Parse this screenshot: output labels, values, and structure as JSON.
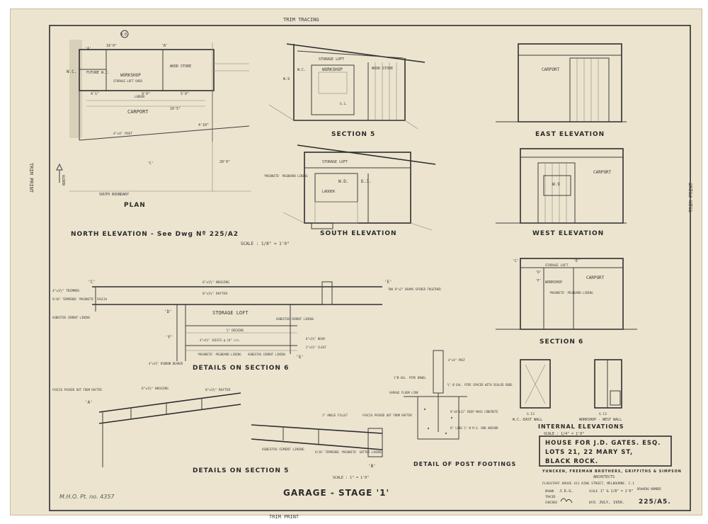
{
  "margin_notes": {
    "trim_tracing": "TRIM TRACING",
    "trim_print": "TRIM PRINT"
  },
  "plan": {
    "title": "PLAN",
    "labels": [
      "W.C.",
      "FUTURE W.C.",
      "WORKSHOP",
      "WOOD STORE",
      "CARPORT",
      "NORTH",
      "SOUTH BOUNDARY",
      "4\"x4\" POST",
      "STORAGE LOFT OVER",
      "LADDER"
    ],
    "grid_marks": [
      "'A'",
      "'B'",
      "'C'",
      "W.D."
    ],
    "dims": [
      "18'0\"",
      "9'0\"",
      "4'1\"",
      "5'0\"",
      "20'0\"",
      "4'10\"",
      "10'5\""
    ]
  },
  "north_elevation_note": "NORTH ELEVATION - See Dwg Nº 225/A2",
  "scale_main": "SCALE : 1/8\" = 1'0\"",
  "section5": {
    "title": "SECTION 5",
    "labels": [
      "STORAGE LOFT",
      "W.C.",
      "WORKSHOP",
      "WOOD STORE",
      "W.9",
      "G.1."
    ]
  },
  "east_elevation": {
    "title": "EAST ELEVATION",
    "labels": [
      "CARPORT"
    ]
  },
  "south_elevation": {
    "title": "SOUTH ELEVATION",
    "labels": [
      "STORAGE LOFT",
      "W.D.",
      "D.3.",
      "LADDER",
      "'MASONITE' PEGBOARD LINING"
    ]
  },
  "west_elevation": {
    "title": "WEST ELEVATION",
    "labels": [
      "CARPORT",
      "W.9"
    ]
  },
  "details_section6": {
    "title": "DETAILS ON SECTION 6",
    "labels": [
      "4\"x1½\" TRIMMER",
      "9/16\" TEMPERED 'MASONITE' FASCIA",
      "ASBESTOS CEMENT LINING",
      "6\"x1½\" NOGGING",
      "8\"x1½\" RAFTER",
      "STORAGE LOFT",
      "ASBESTOS CEMENT LINING",
      "½\" DECKING",
      "4\"x1½\" JOISTS @ 24\" crs.",
      "'MASONITE' PEGBOARD LINING",
      "ASBESTOS CEMENT LINING",
      "8\"x1½\" BEAM",
      "2\"x1½\" CLEAT",
      "4\"x1½\" RIBBON BEARER",
      "TWO 8\"x2\" BEAMS SPIKED TOGETHER"
    ],
    "grid_marks": [
      "'C'",
      "'D'",
      "'E'",
      "'F'",
      "'G'"
    ]
  },
  "section6": {
    "title": "SECTION 6",
    "labels": [
      "STORAGE LOFT",
      "WORKSHOP",
      "CARPORT",
      "'MASONITE' PEGBOARD LINING"
    ],
    "grid_marks": [
      "'C'",
      "'D'",
      "'E'",
      "'F'"
    ]
  },
  "internal_elevations": {
    "title": "INTERNAL ELEVATIONS",
    "scale": "SCALE : 1/4\" = 1'0\"",
    "labels": [
      "W.C.-EAST WALL",
      "WORKSHOP - WEST WALL",
      "G.13",
      "G.13"
    ]
  },
  "details_section5": {
    "title": "DETAILS ON SECTION 5",
    "labels": [
      "FASCIA PACKED OUT FROM RAFTER",
      "6\"x1½\" NOGGING",
      "8\"x1½\" RAFTER",
      "1\" ANGLE FILLET",
      "FASCIA PACKED OUT FROM RAFTER",
      "ASBESTOS CEMENT LINING",
      "9/16\" TEMPERED 'MASONITE' GUTTER LINING"
    ],
    "grid_marks": [
      "'A'",
      "'B'"
    ],
    "scale": "SCALE : 1\" = 1'0\""
  },
  "post_footings": {
    "title": "DETAIL OF POST FOOTINGS",
    "labels": [
      "4\"x4\" POST",
      "1\"Ø GAL. PIPE DOWEL",
      "GARAGE FLOOR LINE",
      "½\" Ø GAL. PIPE SPACER WITH SEALED ENDS",
      "8\"x8\"x12\" DEEP MASS CONCRETE",
      "8\" LONG ½\" Ø M.S. ROD ANCHOR"
    ]
  },
  "title_block": {
    "project_line1": "HOUSE FOR J.D. GATES. ESQ.",
    "project_line2": "LOTS 21, 22 MARY ST,",
    "project_line3": "BLACK ROCK.",
    "firm": "YUNCKEN, FREEMAN BROTHERS, GRIFFITHS & SIMPSON",
    "architects": "ARCHITECTS",
    "address": "FLAGSTAFF HOUSE  411 KING STREET, MELBOURNE. C.1",
    "drawn_label": "DRAWN",
    "drawn_value": "J.D.G.",
    "traced_label": "TRACED",
    "checked_label": "CHECKED",
    "scale_label": "SCALE",
    "scale_value": "1\" & 1/8\" = 1'0\"",
    "date_label": "DATE",
    "date_value": "JULY, 1956.",
    "drawing_number_label": "DRAWING NUMBER",
    "drawing_number": "225/A5."
  },
  "sheet_title": "GARAGE - STAGE '1'",
  "catalogue_note": "M.H.O. Pt. no. 4357"
}
